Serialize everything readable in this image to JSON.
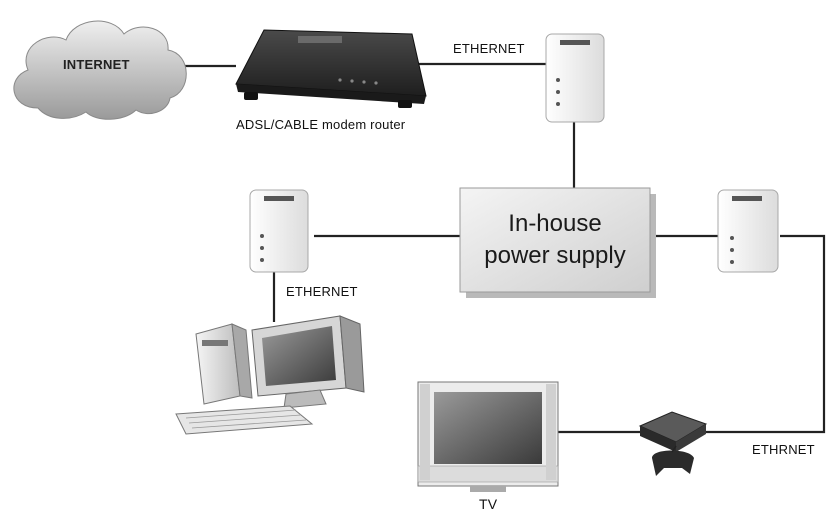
{
  "labels": {
    "internet": "INTERNET",
    "router": "ADSL/CABLE modem router",
    "ethernet_top": "ETHERNET",
    "ethernet_left": "ETHERNET",
    "ethernet_right": "ETHRNET",
    "power_line1": "In-house",
    "power_line2": "power supply",
    "tv": "TV"
  },
  "icons": [
    "cloud-icon",
    "router-icon",
    "powerline-adapter-icon",
    "desktop-computer-icon",
    "tv-icon",
    "game-console-icon"
  ],
  "colors": {
    "line": "#222222",
    "device_dark": "#2b2b2b",
    "adapter": "#f1f1f1",
    "box": "#e2e2e2"
  }
}
